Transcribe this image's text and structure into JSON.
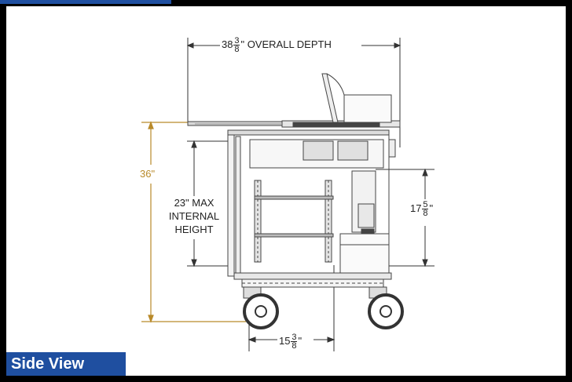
{
  "label": "Side View",
  "dimensions": {
    "overall_depth": {
      "whole": "38",
      "num": "3",
      "den": "8",
      "suffix": "\" OVERALL DEPTH"
    },
    "overall_height": "36\"",
    "internal_height": [
      "23\" MAX",
      "INTERNAL",
      "HEIGHT"
    ],
    "side_height": {
      "whole": "17",
      "num": "5",
      "den": "8",
      "suffix": "\""
    },
    "wheel_base": {
      "whole": "15",
      "num": "3",
      "den": "8",
      "suffix": "\""
    }
  },
  "colors": {
    "accent": "#1f4fa0",
    "height_dim": "#b98a2a",
    "line": "#333333"
  }
}
